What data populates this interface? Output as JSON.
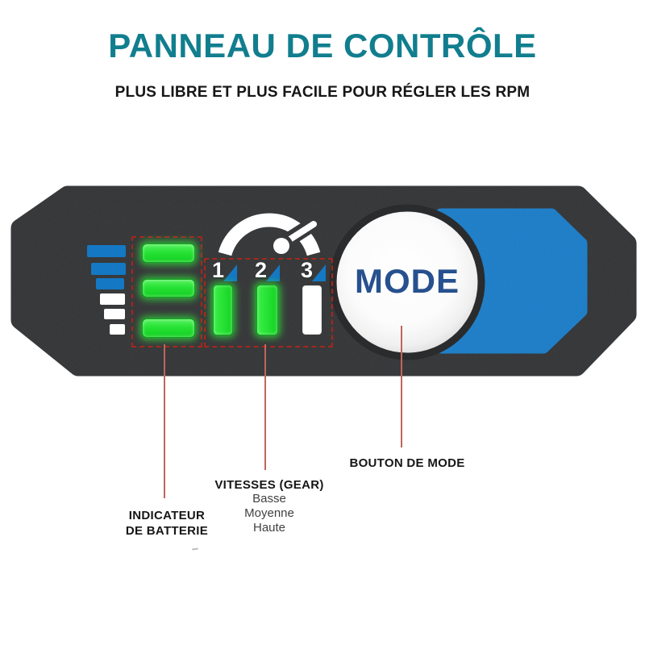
{
  "colors": {
    "teal": "#117e8e",
    "ink": "#161616",
    "panel": "#2d2e30",
    "panel-edge": "#1e1f21",
    "blue": "#1478c4",
    "green": "#27e235",
    "red-dash": "#a8261b",
    "red-line": "#c0655c",
    "mode-blue": "#27508e"
  },
  "header": {
    "title": "PANNEAU DE CONTRÔLE",
    "subtitle": "PLUS LIBRE ET PLUS FACILE POUR RÉGLER LES RPM"
  },
  "panel": {
    "battery": {
      "caption_line1": "INDICATEUR",
      "caption_line2": "DE BATTERIE",
      "cells_lit": 3,
      "cells_total": 3,
      "signal_glyph": {
        "blue_bars": 3,
        "white_bars": 3
      }
    },
    "gear": {
      "caption": "VITESSES (GEAR)",
      "speeds": [
        "Basse",
        "Moyenne",
        "Haute"
      ],
      "gears": [
        {
          "number": "1",
          "state": "on"
        },
        {
          "number": "2",
          "state": "on"
        },
        {
          "number": "3",
          "state": "off"
        }
      ],
      "gauge_icon": "speedometer"
    },
    "mode": {
      "label": "MODE",
      "caption": "BOUTON DE MODE"
    }
  }
}
